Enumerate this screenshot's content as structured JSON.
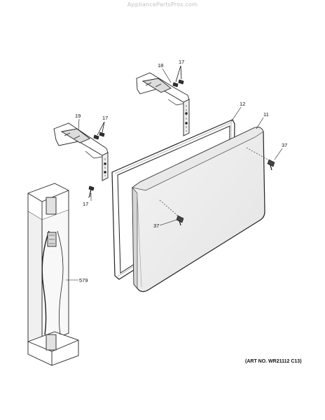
{
  "watermark": "AppliancePartsPros.com",
  "art_number": "(ART NO. WR21112 C13)",
  "callouts": {
    "c18": "18",
    "c17_top": "17",
    "c12": "12",
    "c11": "11",
    "c19": "19",
    "c17_mid": "17",
    "c37_right": "37",
    "c17_bottom": "17",
    "c37_center": "37",
    "c579": "579"
  }
}
